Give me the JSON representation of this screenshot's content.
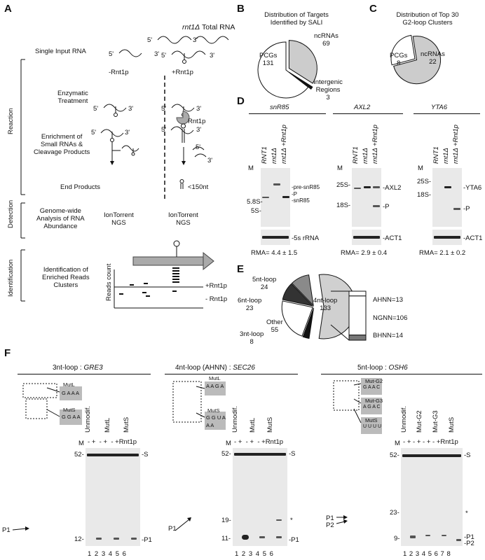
{
  "panelA": {
    "letter": "A",
    "title_gene": "rnt1Δ",
    "title_rest": " Total RNA",
    "rows": {
      "input": "Single Input RNA",
      "enzymatic": [
        "Enzymatic",
        "Treatment"
      ],
      "enrich": [
        "Enrichment of",
        "Small RNAs &",
        "Cleavage Products"
      ],
      "end": "End Products",
      "genome": [
        "Genome-wide",
        "Analysis of RNA",
        "Abundance"
      ],
      "ident": [
        "Identification of",
        "Enriched Reads",
        "Clusters"
      ]
    },
    "sections": {
      "reaction": "Reaction",
      "detection": "Detection",
      "identification": "Identification"
    },
    "minus_rnt1p": "-Rnt1p",
    "plus_rnt1p": "+Rnt1p",
    "rnt1p_label": "Rnt1p",
    "five": "5'",
    "three": "3'",
    "size_label": "<150nt",
    "iontorrent": [
      "IonTorrent",
      "NGS"
    ],
    "reads_count": "Reads count",
    "track_plus": "+Rnt1p",
    "track_minus": "- Rnt1p"
  },
  "panelB": {
    "letter": "B",
    "title": [
      "Distribution of Targets",
      "Identified by SALI"
    ],
    "slices": [
      {
        "label": "PCGs",
        "value": 131
      },
      {
        "label": "ncRNAs",
        "value": 69
      },
      {
        "label": "Intergenic Regions",
        "value": 3
      }
    ]
  },
  "panelC": {
    "letter": "C",
    "title": [
      "Distribution of Top 30",
      "G2-loop Clusters"
    ],
    "slices": [
      {
        "label": "PCGs",
        "value": 8
      },
      {
        "label": "ncRNAs",
        "value": 22
      }
    ]
  },
  "panelD": {
    "letter": "D",
    "M": "M",
    "lanes": [
      "RNT1",
      "rnt1Δ",
      "rnt1Δ +Rnt1p"
    ],
    "blots": [
      {
        "gene": "snR85",
        "markers": [
          "5.8S-",
          "5S-"
        ],
        "bands": [
          "-pre-snR85",
          "-P",
          "-snR85"
        ],
        "loading": "-5s rRNA",
        "rma": "RMA= 4.4 ± 1.5"
      },
      {
        "gene": "AXL2",
        "markers": [
          "25S-",
          "18S-"
        ],
        "bands": [
          "-AXL2",
          "-P"
        ],
        "loading": "-ACT1",
        "rma": "RMA= 2.9 ± 0.4"
      },
      {
        "gene": "YTA6",
        "markers": [
          "25S-",
          "18S-"
        ],
        "bands": [
          "-YTA6",
          "-P"
        ],
        "loading": "-ACT1",
        "rma": "RMA= 2.1 ± 0.2"
      }
    ]
  },
  "panelE": {
    "letter": "E",
    "slices": [
      {
        "label": "5nt-loop",
        "value": 24,
        "color": "#8a8a8a"
      },
      {
        "label": "6nt-loop",
        "value": 23,
        "color": "#333333"
      },
      {
        "label": "Other",
        "value": 55,
        "color": "#ffffff"
      },
      {
        "label": "3nt-loop",
        "value": 8,
        "color": "#111111"
      },
      {
        "label": "4nt-loop",
        "value": 133,
        "color": "#d0d0d0"
      }
    ],
    "breakdown": [
      {
        "label": "AHNN=13",
        "value": 13
      },
      {
        "label": "NGNN=106",
        "value": 106
      },
      {
        "label": "BHNN=14",
        "value": 14
      }
    ]
  },
  "panelF": {
    "letter": "F",
    "M": "M",
    "rnt1p": "Rnt1p",
    "S": "-S",
    "gels": [
      {
        "title_prefix": "3nt-loop : ",
        "gene": "GRE3",
        "mutants": [
          "Unmodif.",
          "MutL",
          "MutS"
        ],
        "mut_boxes": [
          {
            "name": "MutL",
            "seq": "G A A A"
          },
          {
            "name": "MutS",
            "seq": "G G A A"
          }
        ],
        "markers": [
          "52-",
          "12-"
        ],
        "products": [
          "-P1"
        ],
        "arrows": [
          "P1"
        ],
        "lanes": "1 2 3 4 5 6"
      },
      {
        "title_prefix": "4nt-loop (AHNN) : ",
        "gene": "SEC26",
        "mutants": [
          "Unmodif.",
          "MutL",
          "MutS"
        ],
        "mut_boxes": [
          {
            "name": "MutL",
            "seq": "A A G A"
          },
          {
            "name": "MutS",
            "seq": "G G U A A A"
          }
        ],
        "markers": [
          "52-",
          "19-",
          "11-"
        ],
        "products": [
          "-P1"
        ],
        "star": "*",
        "arrows": [
          "P1"
        ],
        "lanes": "1 2 3 4 5 6"
      },
      {
        "title_prefix": "5nt-loop : ",
        "gene": "OSH6",
        "mutants": [
          "Unmodif.",
          "Mut-G2",
          "Mut-G3",
          "MutS"
        ],
        "mut_boxes": [
          {
            "name": "Mut-G2",
            "seq": "G A A C"
          },
          {
            "name": "Mut-G3",
            "seq": "A G A C"
          },
          {
            "name": "MutS",
            "seq": "U U U U"
          }
        ],
        "markers": [
          "52-",
          "23-",
          "9-"
        ],
        "products": [
          "-P1",
          "-P2"
        ],
        "star": "*",
        "arrows": [
          "P1",
          "P2"
        ],
        "lanes": "1 2 3 4 5 6 7 8"
      }
    ],
    "plusminus": [
      "-",
      "+"
    ]
  }
}
